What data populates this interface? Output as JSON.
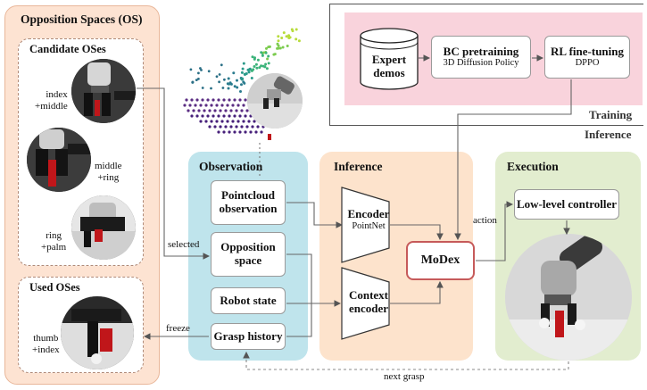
{
  "opposition_spaces": {
    "title": "Opposition Spaces (OS)",
    "candidate_title": "Candidate OSes",
    "candidates": [
      {
        "label": "index\n+middle"
      },
      {
        "label": "middle\n+ring"
      },
      {
        "label": "ring\n+palm"
      }
    ],
    "used_title": "Used OSes",
    "used": [
      {
        "label": "thumb\n+index"
      }
    ]
  },
  "training": {
    "expert_demos": "Expert\ndemos",
    "bc_title": "BC pretraining",
    "bc_sub": "3D Diffusion Policy",
    "rl_title": "RL fine-tuning",
    "rl_sub": "DPPO",
    "label": "Training",
    "inference_label": "Inference"
  },
  "observation": {
    "title": "Observation",
    "pointcloud": "Pointcloud\nobservation",
    "opposition": "Opposition\nspace",
    "robot_state": "Robot state",
    "grasp_history": "Grasp history"
  },
  "inference": {
    "title": "Inference",
    "encoder": "Encoder",
    "encoder_sub": "PointNet",
    "context": "Context\nencoder",
    "modex": "MoDex"
  },
  "execution": {
    "title": "Execution",
    "controller": "Low-level controller"
  },
  "arrow_labels": {
    "selected": "selected",
    "freeze": "freeze",
    "action": "action",
    "next_grasp": "next grasp"
  },
  "colors": {
    "os_panel": "#fde3d2",
    "training_panel": "#f9d3dc",
    "observation_panel": "#bfe4ec",
    "inference_panel": "#fde3cc",
    "execution_panel": "#e2edcf",
    "modex_border": "#c65a5a"
  }
}
